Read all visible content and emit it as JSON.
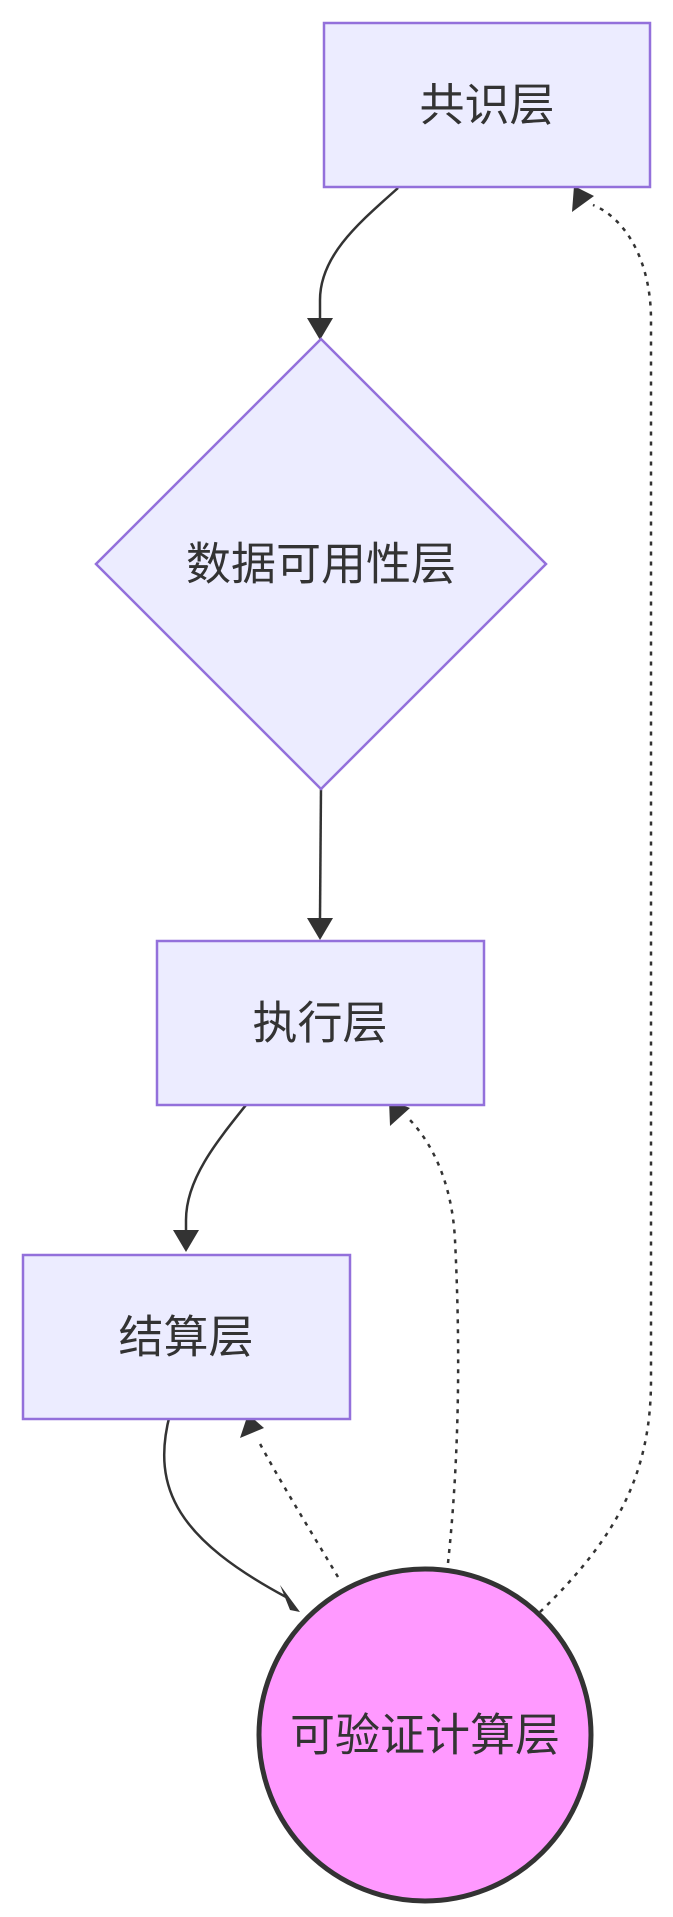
{
  "diagram": {
    "type": "flowchart",
    "nodes": {
      "consensus": {
        "label": "共识层",
        "shape": "rectangle"
      },
      "data_availability": {
        "label": "数据可用性层",
        "shape": "diamond"
      },
      "execution": {
        "label": "执行层",
        "shape": "rectangle"
      },
      "settlement": {
        "label": "结算层",
        "shape": "rectangle"
      },
      "verifiable_compute": {
        "label": "可验证计算层",
        "shape": "circle"
      }
    },
    "edges": [
      {
        "from": "consensus",
        "to": "data_availability",
        "style": "solid"
      },
      {
        "from": "data_availability",
        "to": "execution",
        "style": "solid"
      },
      {
        "from": "execution",
        "to": "settlement",
        "style": "solid"
      },
      {
        "from": "settlement",
        "to": "verifiable_compute",
        "style": "solid"
      },
      {
        "from": "verifiable_compute",
        "to": "settlement",
        "style": "dashed"
      },
      {
        "from": "verifiable_compute",
        "to": "execution",
        "style": "dashed"
      },
      {
        "from": "verifiable_compute",
        "to": "consensus",
        "style": "dashed"
      }
    ],
    "colors": {
      "node_fill": "#ECECFF",
      "node_stroke": "#9370DB",
      "highlight_fill": "#FF99FF",
      "highlight_stroke": "#333333",
      "edge": "#333333",
      "text": "#333333"
    }
  }
}
